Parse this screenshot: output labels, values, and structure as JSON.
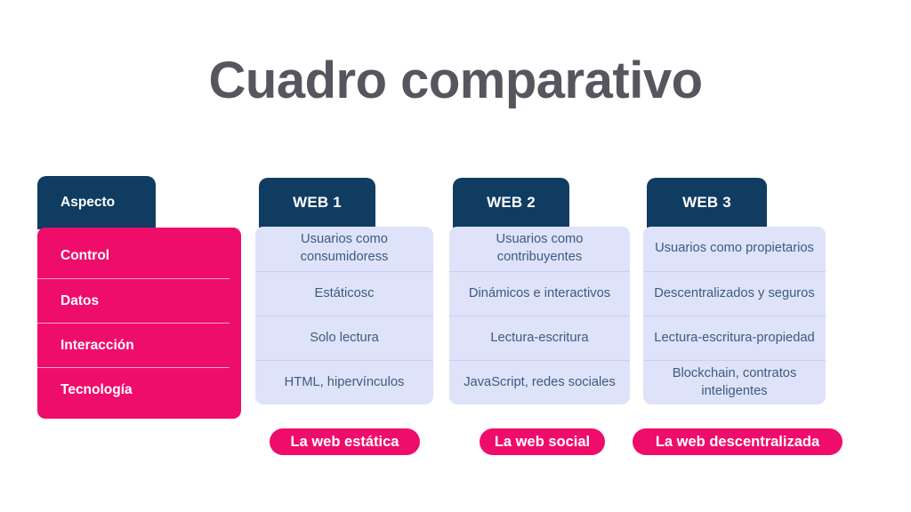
{
  "title": "Cuadro comparativo",
  "colors": {
    "navy": "#103c62",
    "pink": "#ef0d6b",
    "light_blue": "#dee3fa",
    "cell_text": "#3c5b7c",
    "title_gray": "#56565f",
    "background": "#ffffff",
    "pink_divider": "#f8a3c5",
    "blue_divider": "#c7d0f2"
  },
  "aspect_column": {
    "header": "Aspecto",
    "rows": [
      "Control",
      "Datos",
      "Interacción",
      "Tecnología"
    ]
  },
  "columns": [
    {
      "header": "WEB 1",
      "cells": [
        "Usuarios como consumidoress",
        "Estáticosc",
        "Solo lectura",
        "HTML, hipervínculos"
      ],
      "caption": "La web estática"
    },
    {
      "header": "WEB 2",
      "cells": [
        "Usuarios como contribuyentes",
        "Dinámicos e interactivos",
        "Lectura-escritura",
        "JavaScript, redes sociales"
      ],
      "caption": "La web social"
    },
    {
      "header": "WEB 3",
      "cells": [
        "Usuarios como propietarios",
        "Descentralizados y seguros",
        "Lectura-escritura-propiedad",
        "Blockchain, contratos inteligentes"
      ],
      "caption": "La web descentralizada"
    }
  ]
}
